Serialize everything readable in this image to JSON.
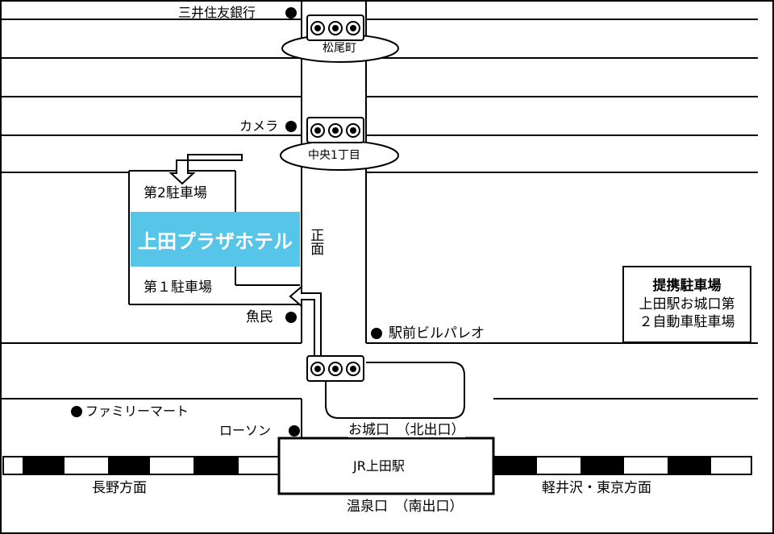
{
  "hotel": {
    "name": "上田プラザホテル",
    "front_label": "正面"
  },
  "parking": {
    "first": "第１駐車場",
    "second": "第2駐車場"
  },
  "partner_parking": {
    "title": "提携駐車場",
    "line1": "上田駅お城口第",
    "line2": "２自動車駐車場"
  },
  "intersections": {
    "matsuomachi": "松尾町",
    "chuo": "中央1丁目"
  },
  "landmarks": {
    "bank": "三井住友銀行",
    "camera": "カメラ",
    "uotami": "魚民",
    "palleo": "駅前ビルパレオ",
    "familymart": "ファミリーマート",
    "lawson": "ローソン"
  },
  "station": {
    "name": "JR上田駅",
    "north_exit": "お城口　（北出口）",
    "south_exit": "温泉口　（南出口）"
  },
  "directions": {
    "west": "長野方面",
    "east": "軽井沢・東京方面"
  },
  "colors": {
    "hotel": "#56c5e8",
    "lines": "#000000",
    "rail_dark": "#000000",
    "rail_light": "#ffffff"
  }
}
